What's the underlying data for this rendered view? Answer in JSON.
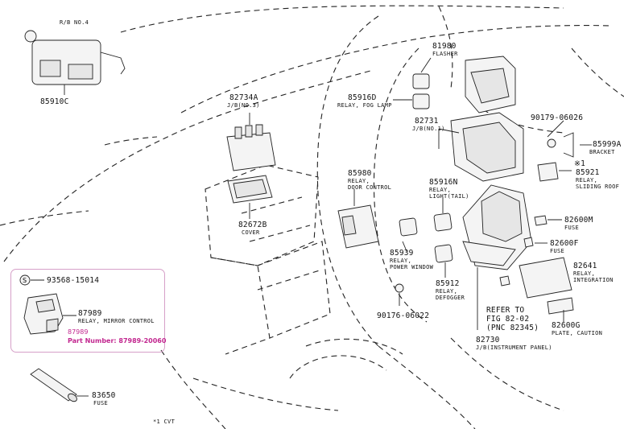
{
  "diagram": {
    "rb_no4": "R/B NO.4",
    "footnote": "*1 CVT",
    "highlight_part_no": "87989",
    "highlight_part_number_text": "Part Number: 87989-20060",
    "parts": {
      "p85910c": {
        "num": "85910C"
      },
      "p81980": {
        "num": "81980",
        "desc": "FLASHER"
      },
      "p85916d": {
        "num": "85916D",
        "desc": "RELAY, FOG LAMP"
      },
      "p82734a": {
        "num": "82734A",
        "desc": "J/B(NO.3)"
      },
      "p82731": {
        "num": "82731",
        "desc": "J/B(NO.1)"
      },
      "p90179": {
        "num": "90179-06026"
      },
      "p85999a": {
        "num": "85999A",
        "desc": "BRACKET"
      },
      "p85921": {
        "mark": "※1",
        "num": "85921",
        "desc1": "RELAY,",
        "desc2": "SLIDING ROOF"
      },
      "p85980": {
        "num": "85980",
        "desc1": "RELAY,",
        "desc2": "DOOR CONTROL"
      },
      "p85916n": {
        "num": "85916N",
        "desc1": "RELAY,",
        "desc2": "LIGHT(TAIL)"
      },
      "p82672b": {
        "num": "82672B",
        "desc": "COVER"
      },
      "p82600m": {
        "num": "82600M",
        "desc": "FUSE"
      },
      "p82600f": {
        "num": "82600F",
        "desc": "FUSE"
      },
      "p85939": {
        "num": "85939",
        "desc1": "RELAY,",
        "desc2": "POWER WINDOW"
      },
      "p82641": {
        "num": "82641",
        "desc1": "RELAY,",
        "desc2": "INTEGRATION"
      },
      "p93568": {
        "num": "93568-15014"
      },
      "p87989": {
        "num": "87989",
        "desc": "RELAY, MIRROR CONTROL"
      },
      "p85912": {
        "num": "85912",
        "desc1": "RELAY,",
        "desc2": "DEFOGGER"
      },
      "p90176": {
        "num": "90176-06022"
      },
      "refer": {
        "l1": "REFER TO",
        "l2": "FIG 82-02",
        "l3": "(PNC 82345)"
      },
      "p82600g": {
        "num": "82600G",
        "desc": "PLATE, CAUTION"
      },
      "p82730": {
        "num": "82730",
        "desc": "J/B(INSTRUMENT PANEL)"
      },
      "p83650": {
        "num": "83650",
        "desc": "FUSE"
      }
    }
  }
}
